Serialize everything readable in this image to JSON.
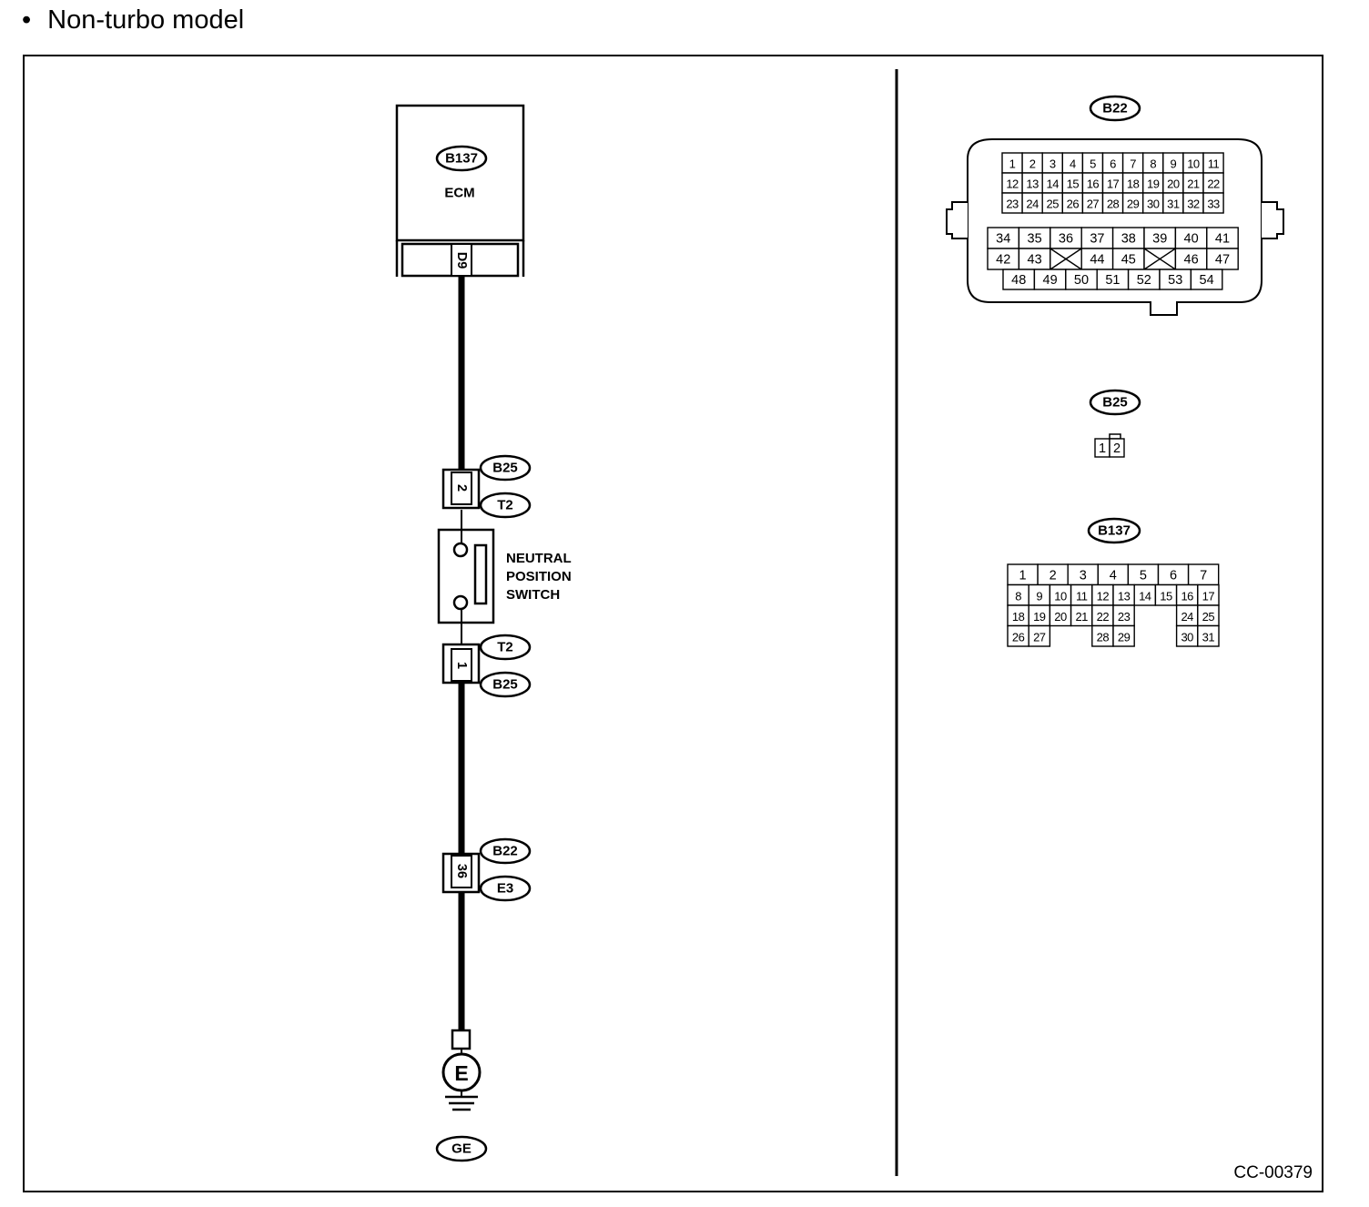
{
  "heading": {
    "bullet": "•",
    "text": "Non-turbo model"
  },
  "figure_code": "CC-00379",
  "ecm": {
    "connector": "B137",
    "label": "ECM",
    "terminal": "D9"
  },
  "switch": {
    "label_lines": [
      "NEUTRAL",
      "POSITION",
      "SWITCH"
    ],
    "upper_pin": "2",
    "upper_connectors": [
      "B25",
      "T2"
    ],
    "lower_pin": "1",
    "lower_connectors": [
      "T2",
      "B25"
    ]
  },
  "junction": {
    "pin": "36",
    "connectors": [
      "B22",
      "E3"
    ]
  },
  "ground": {
    "symbol": "E",
    "code": "GE"
  },
  "connector_views": {
    "b22": {
      "name": "B22",
      "row1": [
        "1",
        "2",
        "3",
        "4",
        "5",
        "6",
        "7",
        "8",
        "9",
        "10",
        "11"
      ],
      "row2": [
        "12",
        "13",
        "14",
        "15",
        "16",
        "17",
        "18",
        "19",
        "20",
        "21",
        "22"
      ],
      "row3": [
        "23",
        "24",
        "25",
        "26",
        "27",
        "28",
        "29",
        "30",
        "31",
        "32",
        "33"
      ],
      "row4": [
        "34",
        "35",
        "36",
        "37",
        "38",
        "39",
        "40",
        "41"
      ],
      "row5": [
        "42",
        "43",
        "",
        "44",
        "45",
        "",
        "46",
        "47"
      ],
      "row6": [
        "48",
        "49",
        "50",
        "51",
        "52",
        "53",
        "54"
      ]
    },
    "b25": {
      "name": "B25",
      "pins": [
        "1",
        "2"
      ]
    },
    "b137": {
      "name": "B137",
      "row1": [
        "1",
        "2",
        "3",
        "4",
        "5",
        "6",
        "7"
      ],
      "row2": [
        "8",
        "9",
        "10",
        "11",
        "12",
        "13",
        "14",
        "15",
        "16",
        "17"
      ],
      "row3": [
        "18",
        "19",
        "20",
        "21",
        "22",
        "23",
        "24",
        "25"
      ],
      "row4": [
        "26",
        "27",
        "28",
        "29",
        "30",
        "31"
      ]
    }
  }
}
